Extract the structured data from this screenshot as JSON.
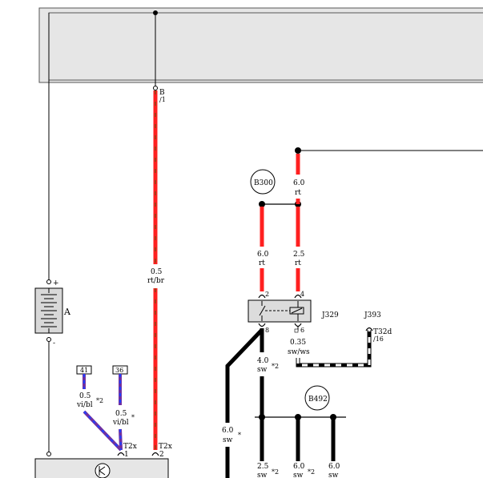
{
  "colors": {
    "red": "#ff2020",
    "black": "#000000",
    "white": "#ffffff",
    "violet": "#7030a0",
    "blue": "#2040ff",
    "brown": "#8b4513",
    "box_gray": "#e6e6e6",
    "relay_gray": "#dcdcdc"
  },
  "components": {
    "battery": {
      "label": "A",
      "plus": "+",
      "minus": "-"
    },
    "relay": {
      "label": "J329",
      "pin_2": "2",
      "pin_4": "4",
      "pin_8": "8",
      "pin_6": "6"
    },
    "connector_j393": {
      "label": "J393",
      "pin": "T32d",
      "pin_num": "/16"
    },
    "b300": {
      "label": "B300"
    },
    "b492": {
      "label": "B492"
    }
  },
  "connectors": {
    "pin_b": {
      "name": "B",
      "num": "/1"
    },
    "t2x_left": {
      "name": "T2x",
      "pin": "1"
    },
    "t2x_right": {
      "name": "T2x",
      "pin": "2"
    },
    "terminal_41": "41",
    "terminal_36": "36"
  },
  "wires": {
    "main_red": {
      "size": "0.5",
      "color": "rt/br"
    },
    "top_right_red": {
      "size": "6.0",
      "color": "rt"
    },
    "relay_left": {
      "size": "6.0",
      "color": "rt"
    },
    "relay_right": {
      "size": "2.5",
      "color": "rt"
    },
    "relay_pin6": {
      "size": "0.35",
      "color": "sw/ws"
    },
    "relay_pin8": {
      "size": "4.0",
      "color": "sw",
      "note": "*2"
    },
    "left_black": {
      "size": "6.0",
      "color": "sw",
      "note": "*"
    },
    "wire_41": {
      "size": "0.5",
      "color": "vi/bl",
      "note": "*2"
    },
    "wire_36": {
      "size": "0.5",
      "color": "vi/bl",
      "note": "*"
    },
    "bottom_1": {
      "size": "2.5",
      "color": "sw",
      "note": "*2"
    },
    "bottom_2": {
      "size": "6.0",
      "color": "sw",
      "note": "*2"
    },
    "bottom_3": {
      "size": "6.0",
      "color": "sw"
    }
  }
}
